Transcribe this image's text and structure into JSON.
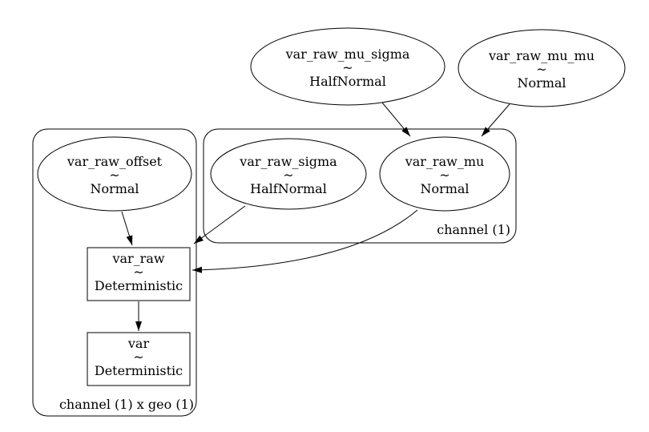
{
  "diagram": {
    "kind": "probabilistic-model-graph",
    "colors": {
      "background": "#ffffff",
      "stroke": "#000000",
      "text": "#000000"
    },
    "symbols": {
      "tilde": "~"
    },
    "plates": {
      "channel_geo": {
        "label": "channel (1) x geo (1)"
      },
      "channel": {
        "label": "channel (1)"
      }
    },
    "nodes": {
      "var_raw_mu_sigma": {
        "name": "var_raw_mu_sigma",
        "distribution": "HalfNormal",
        "shape": "ellipse"
      },
      "var_raw_mu_mu": {
        "name": "var_raw_mu_mu",
        "distribution": "Normal",
        "shape": "ellipse"
      },
      "var_raw_offset": {
        "name": "var_raw_offset",
        "distribution": "Normal",
        "shape": "ellipse"
      },
      "var_raw_sigma": {
        "name": "var_raw_sigma",
        "distribution": "HalfNormal",
        "shape": "ellipse"
      },
      "var_raw_mu": {
        "name": "var_raw_mu",
        "distribution": "Normal",
        "shape": "ellipse"
      },
      "var_raw": {
        "name": "var_raw",
        "distribution": "Deterministic",
        "shape": "rect"
      },
      "var": {
        "name": "var",
        "distribution": "Deterministic",
        "shape": "rect"
      }
    },
    "edges": [
      {
        "from": "var_raw_mu_sigma",
        "to": "var_raw_mu"
      },
      {
        "from": "var_raw_mu_mu",
        "to": "var_raw_mu"
      },
      {
        "from": "var_raw_offset",
        "to": "var_raw"
      },
      {
        "from": "var_raw_sigma",
        "to": "var_raw"
      },
      {
        "from": "var_raw_mu",
        "to": "var_raw"
      },
      {
        "from": "var_raw",
        "to": "var"
      }
    ]
  }
}
